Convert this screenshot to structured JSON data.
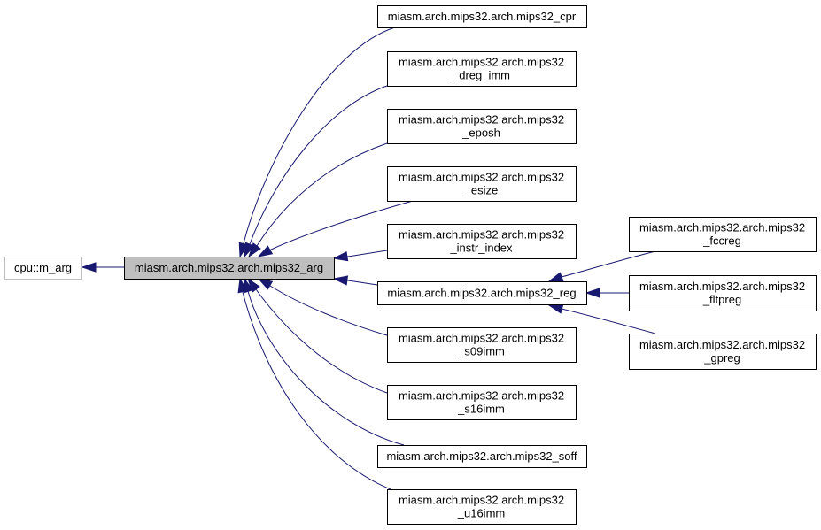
{
  "diagram": {
    "type": "inheritance-graph",
    "nodes": [
      {
        "id": "cpu_m_arg",
        "lines": [
          "cpu::m_arg"
        ],
        "style": "base"
      },
      {
        "id": "mips32_arg",
        "lines": [
          "miasm.arch.mips32.arch.mips32_arg"
        ],
        "style": "current"
      },
      {
        "id": "mips32_cpr",
        "lines": [
          "miasm.arch.mips32.arch.mips32_cpr"
        ],
        "style": "normal"
      },
      {
        "id": "mips32_dreg_imm",
        "lines": [
          "miasm.arch.mips32.arch.mips32",
          "_dreg_imm"
        ],
        "style": "normal"
      },
      {
        "id": "mips32_eposh",
        "lines": [
          "miasm.arch.mips32.arch.mips32",
          "_eposh"
        ],
        "style": "normal"
      },
      {
        "id": "mips32_esize",
        "lines": [
          "miasm.arch.mips32.arch.mips32",
          "_esize"
        ],
        "style": "normal"
      },
      {
        "id": "mips32_instr_index",
        "lines": [
          "miasm.arch.mips32.arch.mips32",
          "_instr_index"
        ],
        "style": "normal"
      },
      {
        "id": "mips32_reg",
        "lines": [
          "miasm.arch.mips32.arch.mips32_reg"
        ],
        "style": "normal"
      },
      {
        "id": "mips32_s09imm",
        "lines": [
          "miasm.arch.mips32.arch.mips32",
          "_s09imm"
        ],
        "style": "normal"
      },
      {
        "id": "mips32_s16imm",
        "lines": [
          "miasm.arch.mips32.arch.mips32",
          "_s16imm"
        ],
        "style": "normal"
      },
      {
        "id": "mips32_soff",
        "lines": [
          "miasm.arch.mips32.arch.mips32_soff"
        ],
        "style": "normal"
      },
      {
        "id": "mips32_u16imm",
        "lines": [
          "miasm.arch.mips32.arch.mips32",
          "_u16imm"
        ],
        "style": "normal"
      },
      {
        "id": "mips32_fccreg",
        "lines": [
          "miasm.arch.mips32.arch.mips32",
          "_fccreg"
        ],
        "style": "normal"
      },
      {
        "id": "mips32_fltpreg",
        "lines": [
          "miasm.arch.mips32.arch.mips32",
          "_fltpreg"
        ],
        "style": "normal"
      },
      {
        "id": "mips32_gpreg",
        "lines": [
          "miasm.arch.mips32.arch.mips32",
          "_gpreg"
        ],
        "style": "normal"
      }
    ],
    "edges": [
      {
        "from": "mips32_arg",
        "to": "cpu_m_arg"
      },
      {
        "from": "mips32_cpr",
        "to": "mips32_arg"
      },
      {
        "from": "mips32_dreg_imm",
        "to": "mips32_arg"
      },
      {
        "from": "mips32_eposh",
        "to": "mips32_arg"
      },
      {
        "from": "mips32_esize",
        "to": "mips32_arg"
      },
      {
        "from": "mips32_instr_index",
        "to": "mips32_arg"
      },
      {
        "from": "mips32_reg",
        "to": "mips32_arg"
      },
      {
        "from": "mips32_s09imm",
        "to": "mips32_arg"
      },
      {
        "from": "mips32_s16imm",
        "to": "mips32_arg"
      },
      {
        "from": "mips32_soff",
        "to": "mips32_arg"
      },
      {
        "from": "mips32_u16imm",
        "to": "mips32_arg"
      },
      {
        "from": "mips32_fccreg",
        "to": "mips32_reg"
      },
      {
        "from": "mips32_fltpreg",
        "to": "mips32_reg"
      },
      {
        "from": "mips32_gpreg",
        "to": "mips32_reg"
      }
    ],
    "colors": {
      "edge": "#191970",
      "current_fill": "#bfbfbf",
      "base_border": "#bfbfbf"
    }
  }
}
